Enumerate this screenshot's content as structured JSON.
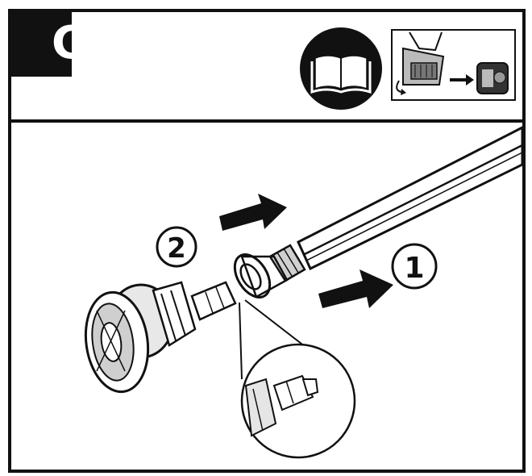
{
  "header": {
    "step_glyph": "C",
    "icons": [
      "manual-book-icon",
      "machine-reference-thumbnail"
    ]
  },
  "steps": {
    "step1": "1",
    "step2": "2"
  },
  "colors": {
    "ink": "#111111",
    "paper": "#ffffff",
    "grey": "#9a9a9a",
    "light": "#d9d9d9"
  }
}
